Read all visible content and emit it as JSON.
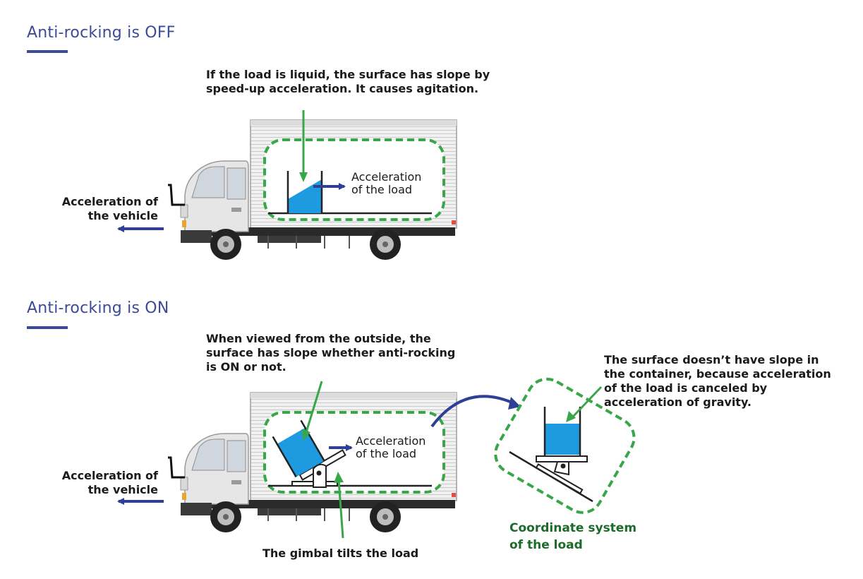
{
  "sections": {
    "off": {
      "heading": "Anti-rocking is OFF",
      "liquid_note_line1": "If the load is liquid, the surface has slope by",
      "liquid_note_line2": "speed-up acceleration. It causes agitation.",
      "load_accel_line1": "Acceleration",
      "load_accel_line2": "of the load",
      "vehicle_accel_line1": "Acceleration of",
      "vehicle_accel_line2": "the vehicle"
    },
    "on": {
      "heading": "Anti-rocking is ON",
      "outside_note_line1": "When viewed from the outside, the",
      "outside_note_line2": "surface has slope whether anti-rocking",
      "outside_note_line3": "is ON or not.",
      "load_accel_line1": "Acceleration",
      "load_accel_line2": "of the load",
      "vehicle_accel_line1": "Acceleration of",
      "vehicle_accel_line2": "the vehicle",
      "gimbal_note": "The gimbal tilts the load",
      "container_note_line1": "The surface doesn’t have slope in",
      "container_note_line2": "the container, because acceleration",
      "container_note_line3": "of the load is canceled by",
      "container_note_line4": "acceleration of gravity.",
      "coordinate_line1": "Coordinate system",
      "coordinate_line2": "of the load"
    }
  },
  "colors": {
    "heading": "#3c4a9c",
    "arrow_blue": "#2f3f95",
    "liquid": "#1e9be0",
    "dashed_green": "#3aa64a",
    "pointer_green": "#3aa64a",
    "coordinate_text": "#1d6b2a"
  }
}
